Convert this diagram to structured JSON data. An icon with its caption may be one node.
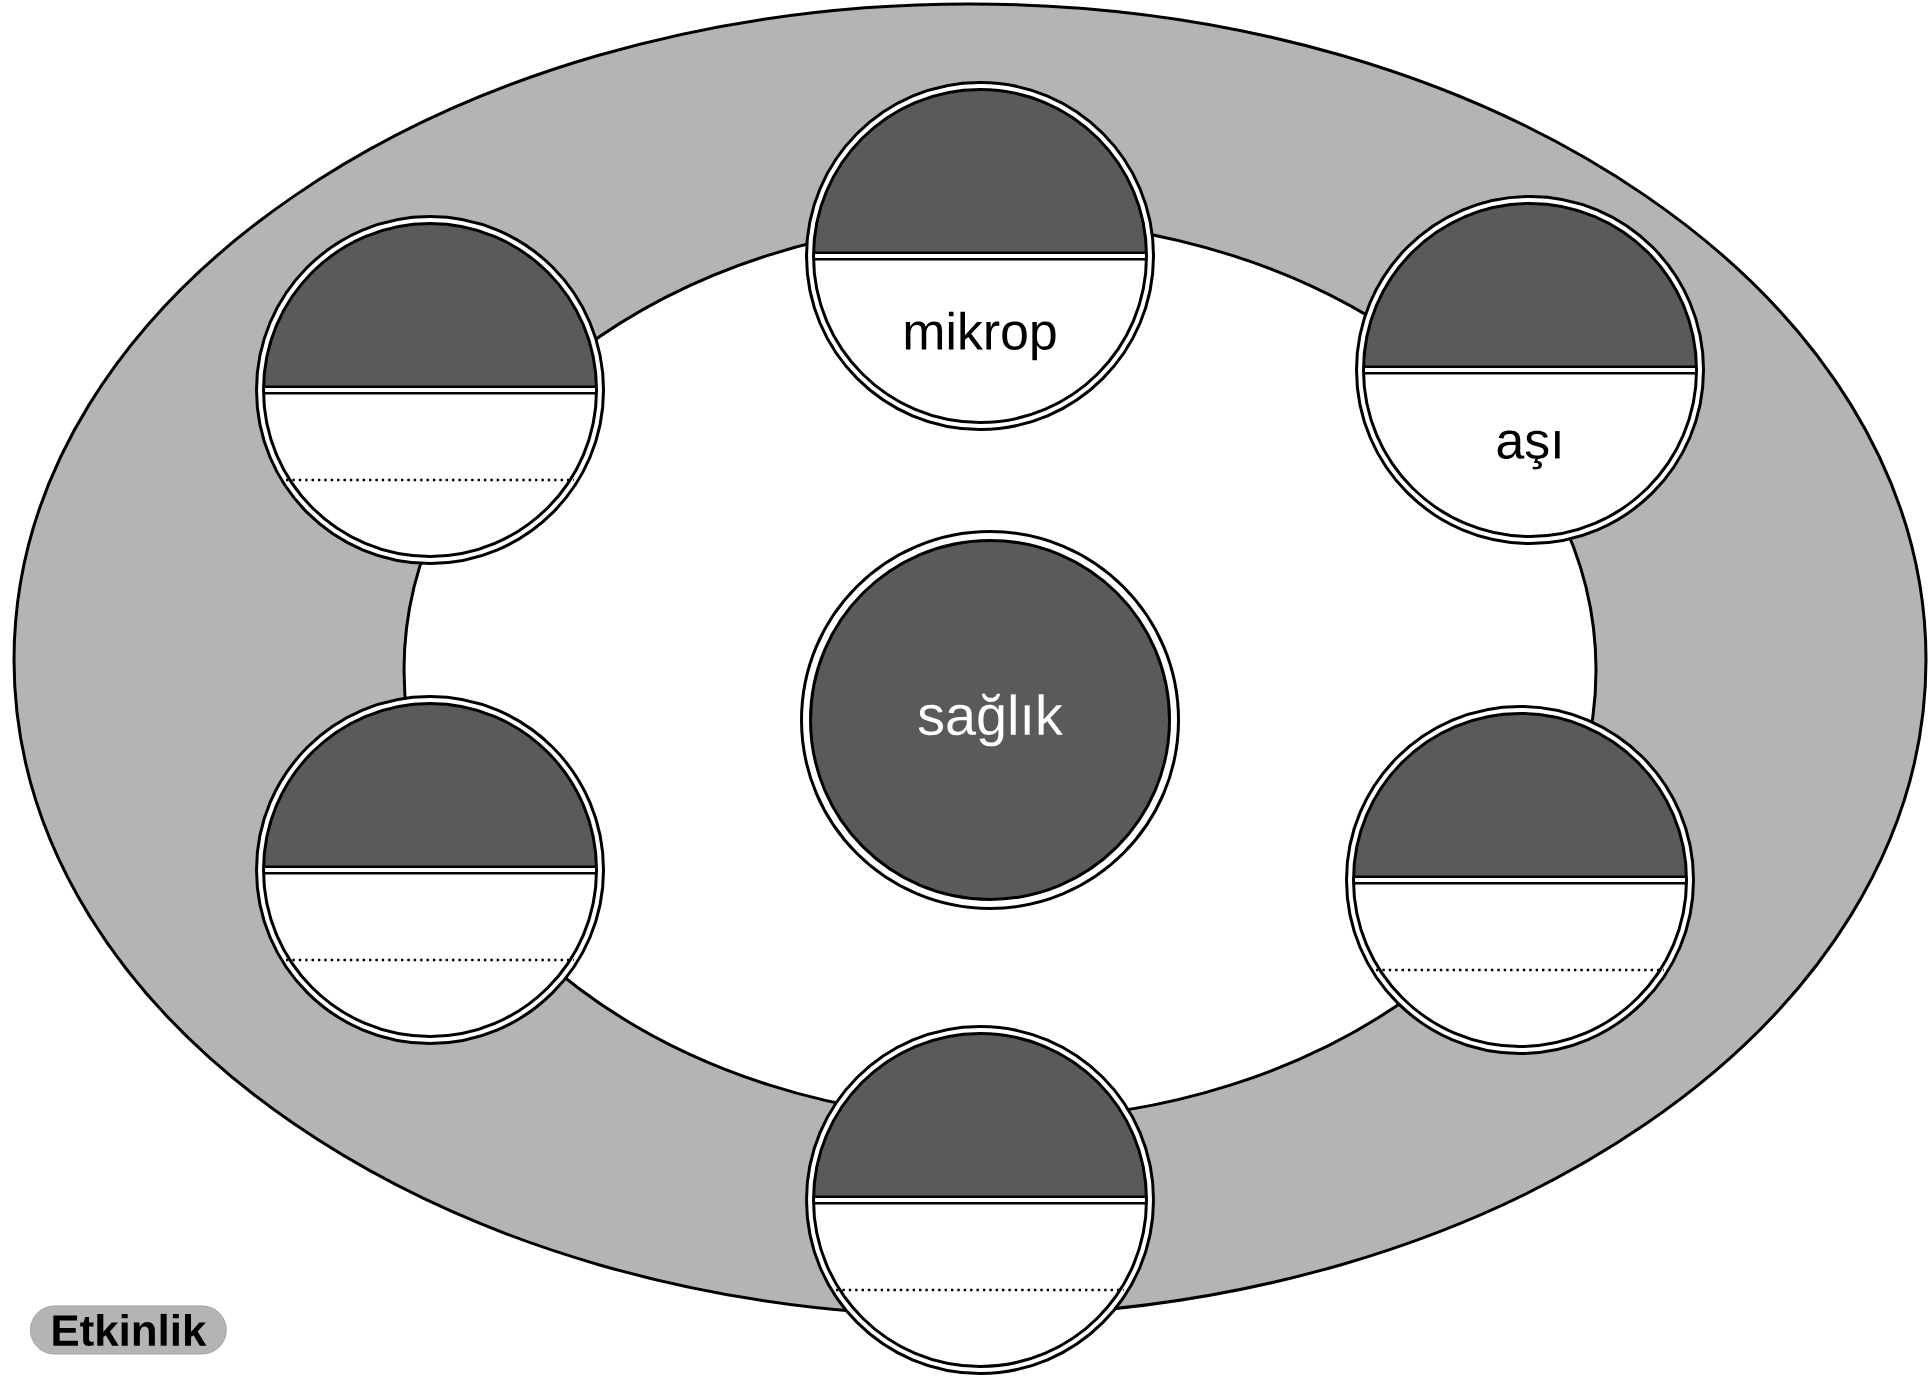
{
  "diagram": {
    "nodes": [
      {
        "text": [
          "sağlık"
        ]
      },
      {
        "text": [],
        "shape": "circle"
      },
      {
        "text": [
          "mikrop"
        ]
      },
      {
        "text": [
          "aşı"
        ]
      },
      {
        "text": [],
        "shape": "circle"
      },
      {
        "text": [],
        "shape": "circle"
      },
      {
        "text": [],
        "shape": "circle"
      }
    ],
    "labels": [
      "Etkinlik"
    ]
  }
}
